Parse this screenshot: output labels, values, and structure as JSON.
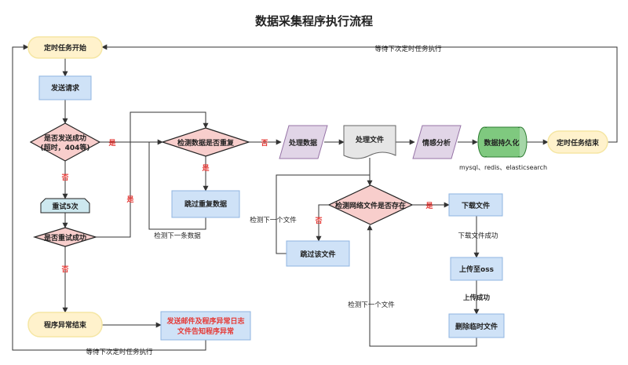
{
  "title": "数据采集程序执行流程",
  "nodes": {
    "start": "定时任务开始",
    "send_request": "发送请求",
    "send_ok_line1": "是否发送成功",
    "send_ok_line2": "(超时，404等)",
    "retry": "重试5次",
    "retry_ok": "是否重试成功",
    "abnormal_end": "程序异常结束",
    "send_mail_line1": "发送邮件及程序异常日志",
    "send_mail_line2": "文件告知程序异常",
    "dup_check": "检测数据是否重复",
    "skip_dup": "跳过重复数据",
    "process_data": "处理数据",
    "process_file": "处理文件",
    "sentiment": "情感分析",
    "persist": "数据持久化",
    "persist_note": "mysql、redis、elasticsearch",
    "end": "定时任务结束",
    "net_file_check": "检测网络文件是否存在",
    "skip_file": "跳过该文件",
    "download": "下载文件",
    "upload": "上传至oss",
    "delete_tmp": "删除临时文件"
  },
  "edges": {
    "yes": "是",
    "no": "否",
    "wait_next_top": "等待下次定时任务执行",
    "wait_next_bottom": "等待下次定时任务执行",
    "next_record": "检测下一条数据",
    "next_file_left": "检测下一个文件",
    "next_file_bottom": "检测下一个文件",
    "download_ok": "下载文件成功",
    "upload_ok": "上传成功"
  }
}
